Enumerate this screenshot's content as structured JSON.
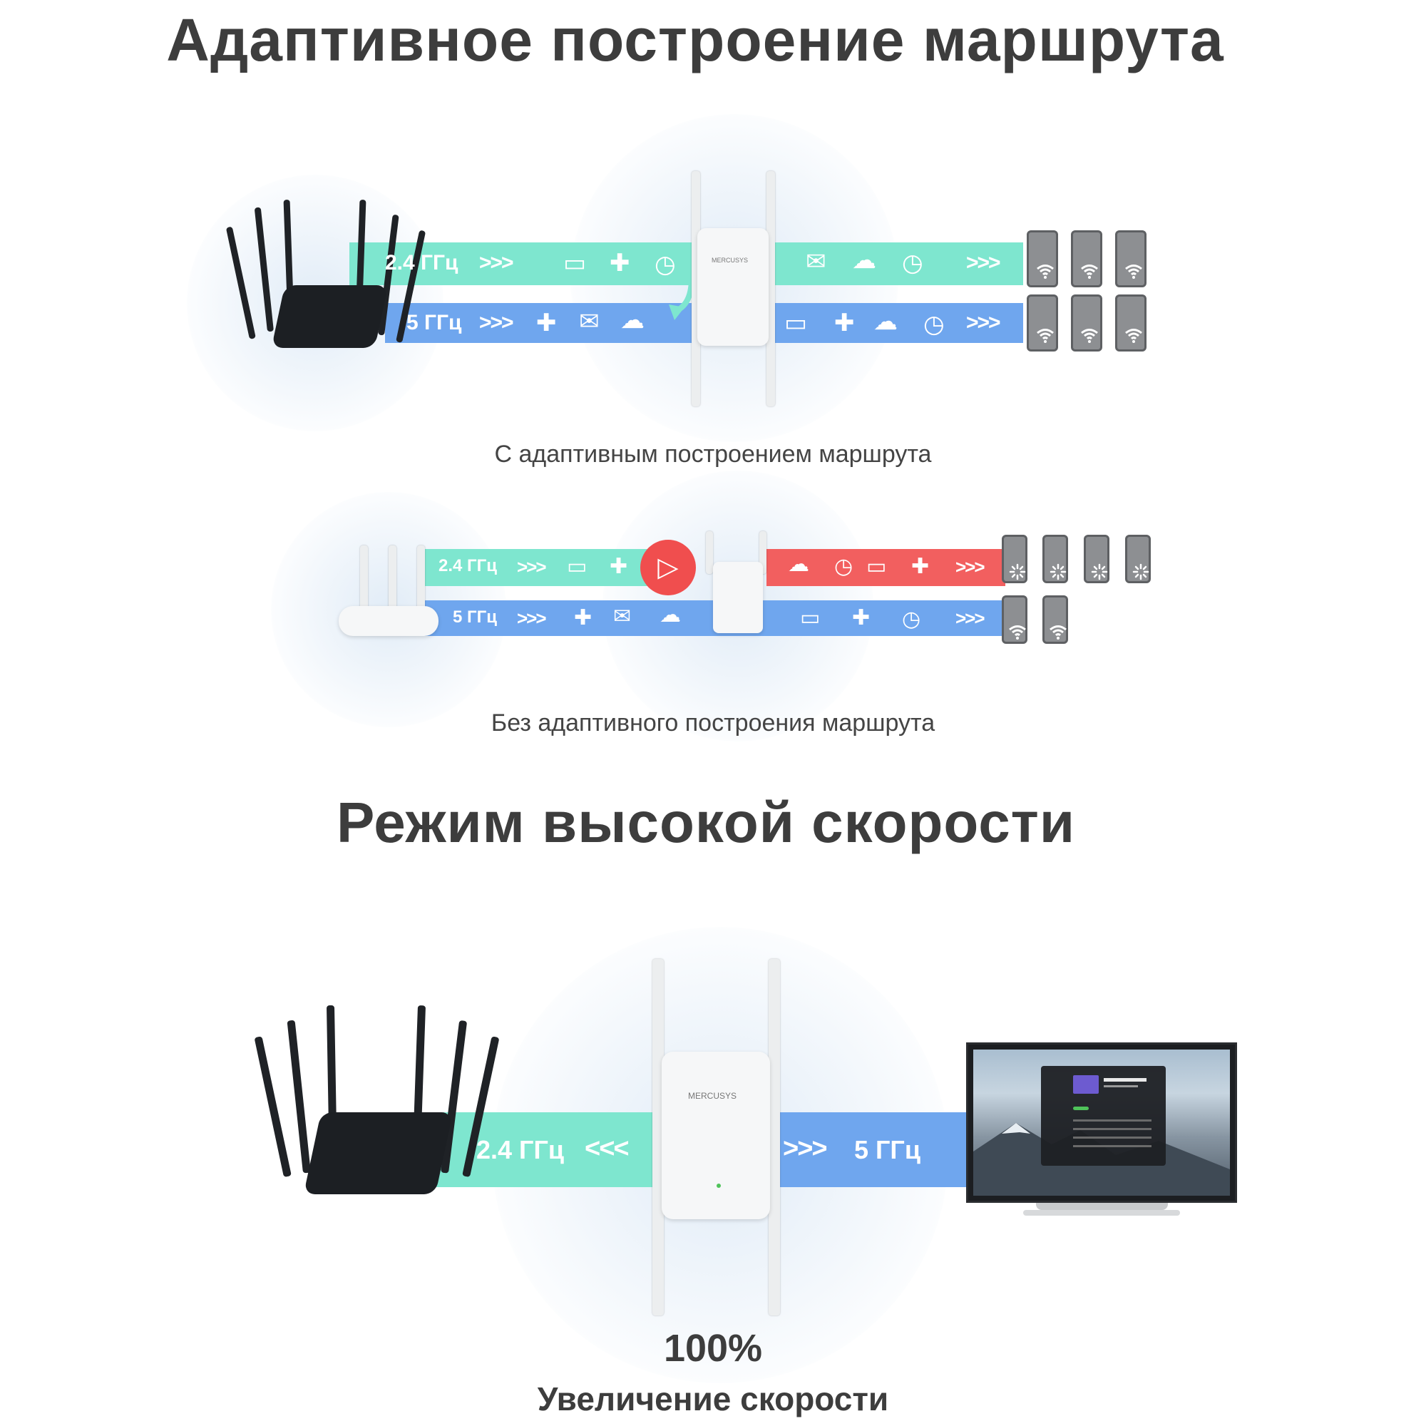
{
  "section1": {
    "title": "Адаптивное построение маршрута",
    "with_caption": "С адаптивным построением маршрута",
    "without_caption": "Без адаптивного построения маршрута",
    "band_24": "2.4 ГГц",
    "band_5": "5 ГГц",
    "chevrons": ">>>",
    "brand": "MERCUSYS"
  },
  "section2": {
    "title": "Режим высокой скорости",
    "band_24": "2.4 ГГц",
    "band_5": "5 ГГц",
    "chev_left": "<<<",
    "chev_right": ">>>",
    "brand": "MERCUSYS",
    "percent": "100%",
    "percent_label": "Увеличение скорости"
  },
  "colors": {
    "teal": "#7ee6cf",
    "blue": "#6fa6ee",
    "red": "#f25f5f",
    "text": "#3d3d3d"
  },
  "icons": [
    "video-camera-icon",
    "gamepad-icon",
    "play-icon",
    "mail-icon",
    "cloud-icon",
    "wifi-icon",
    "loading-icon"
  ]
}
